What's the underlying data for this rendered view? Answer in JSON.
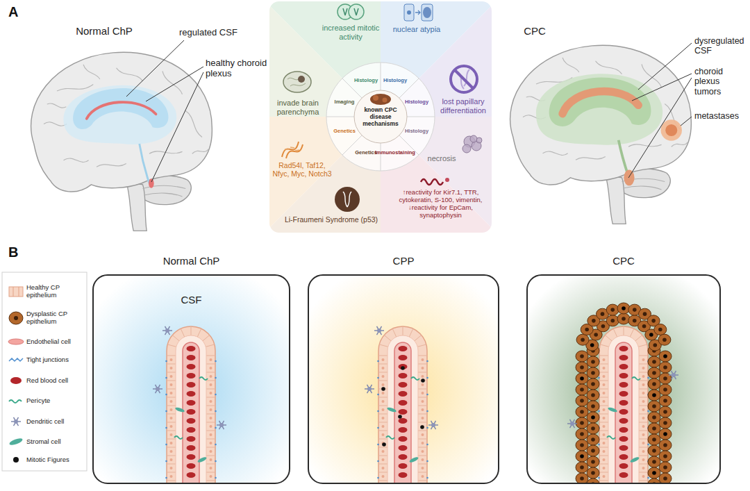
{
  "diagram": {
    "nodes": [
      {
        "text": [
          "known CPC disease mechanisms"
        ]
      },
      {
        "text": [
          "Normal ChP",
          "CSF"
        ]
      },
      {
        "text": [
          "CPP"
        ]
      },
      {
        "text": [
          "CPC"
        ]
      }
    ],
    "labels": [
      "A",
      "Normal ChP",
      "regulated CSF",
      "healthy choroid plexus",
      "increased mitotic activity",
      "nuclear atypia",
      "Histology",
      "Histology",
      "invade brain parenchyma",
      "Imaging",
      "Histology",
      "lost papillary differentiation",
      "Rad54l, Taf12, Nfyc, Myc, Notch3",
      "Genetics",
      "Histology",
      "necrosis",
      "Genetics",
      "Immunostaining",
      "Li-Fraumeni Syndrome (p53)",
      "↑reactivity for Kir7.1, TTR, cytokeratin, S-100, vimentin, ↓reactivity for EpCam, synaptophysin",
      "CPC",
      "dysregulated CSF",
      "choroid plexus tumors",
      "metastases",
      "B"
    ],
    "legend": [
      {
        "text": "Healthy CP epithelium"
      },
      {
        "text": "Dysplastic CP epithelium"
      },
      {
        "text": "Endothelial cell"
      },
      {
        "text": "Tight junctions"
      },
      {
        "text": "Red blood cell"
      },
      {
        "text": "Pericyte"
      },
      {
        "text": "Dendritic cell"
      },
      {
        "text": "Stromal cell"
      },
      {
        "text": "Mitotic Figures"
      }
    ]
  }
}
